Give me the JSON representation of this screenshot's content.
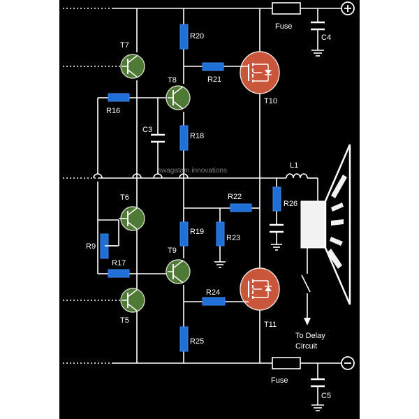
{
  "watermark": "swagatam innovations",
  "labels": {
    "T7": "T7",
    "T8": "T8",
    "T6": "T6",
    "T9": "T9",
    "T5": "T5",
    "T10": "T10",
    "T11": "T11",
    "R20": "R20",
    "R21": "R21",
    "R16": "R16",
    "R18": "R18",
    "R22": "R22",
    "R26": "R26",
    "R19": "R19",
    "R23": "R23",
    "R9": "R9",
    "R17": "R17",
    "R24": "R24",
    "R25": "R25",
    "C3": "C3",
    "C4": "C4",
    "C5": "C5",
    "L1": "L1",
    "fuse_top": "Fuse",
    "fuse_bottom": "Fuse",
    "to_delay": "To Delay",
    "circuit": "Circuit",
    "plus": "+",
    "minus": "−"
  }
}
